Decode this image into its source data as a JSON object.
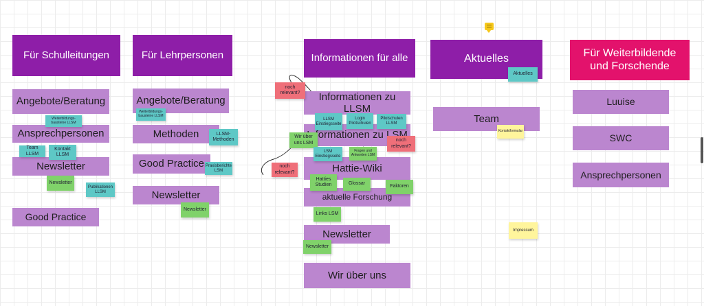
{
  "columns": {
    "schulleitungen": {
      "header": "Für Schulleitungen",
      "cards": [
        "Angebote/Beratung",
        "Ansprechpersonen",
        "Newsletter",
        "Good Practice"
      ],
      "stickies": [
        "Weiterbildungs-\nbausteine LLSM",
        "Team LLSM",
        "Kontakt\nLLSM",
        "Newsletter",
        "Publikationen\nLLSM"
      ]
    },
    "lehrpersonen": {
      "header": "Für Lehrpersonen",
      "cards": [
        "Angebote/Beratung",
        "Methoden",
        "Good Practice",
        "Newsletter"
      ],
      "stickies": [
        "Weiterbildungs-\nbausteine LLSM",
        "LLSM-\nMethoden",
        "Praxisberichte\nLSM",
        "Newsletter"
      ]
    },
    "alle": {
      "header": "Informationen für alle",
      "cards": [
        "Informationen zu LLSM",
        "Informationen zu LSM",
        "Hattie-Wiki",
        "aktuelle Forschung",
        "Newsletter",
        "Wir über uns"
      ],
      "stickies": [
        "noch\nrelevant?",
        "LLSM\nEinstiegsseite",
        "Login\nPilotschulen",
        "Pilotschulen\nLLSM",
        "Wir über\nuns LSM",
        "noch\nrelevant?",
        "LSM\nEinstiegsseite",
        "Fragen und\nAntworten LSM",
        "noch\nrelevant?",
        "Hatties\nStudien",
        "Glossar",
        "Faktoren",
        "Links LSM",
        "Newsletter"
      ]
    },
    "aktuelles": {
      "header": "Aktuelles",
      "cards": [
        "Team"
      ],
      "stickies": [
        "Aktuelles",
        "Kontaktformular",
        "Impressum"
      ]
    },
    "weiterbildende": {
      "header": "Für Weiterbildende\nund Forschende",
      "cards": [
        "Luuise",
        "SWC",
        "Ansprechpersonen"
      ]
    }
  },
  "colors": {
    "header": "#8e1ea8",
    "header_pink": "#e3126c",
    "card": "#bb86cf",
    "sticky_teal": "#5ec8c6",
    "sticky_green": "#80d26a",
    "sticky_red": "#ef6f79",
    "sticky_yellow": "#fff59c"
  },
  "icons": [
    "comment-icon"
  ]
}
